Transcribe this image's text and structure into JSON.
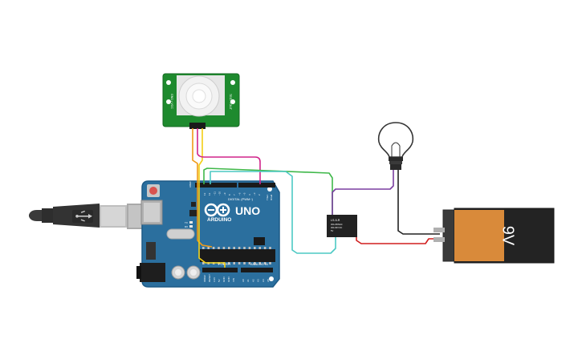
{
  "arduino": {
    "brand": "ARDUINO",
    "model": "UNO",
    "digital_label": "DIGITAL (PWM~)",
    "power_label": "POWER",
    "analog_label": "ANALOG IN",
    "aref": "AREF",
    "gnd": "GND",
    "tx": "TX",
    "rx": "RX",
    "tx_pin": "TX▸1",
    "rx_pin": "RX◂0",
    "ioref": "IOREF",
    "reset": "RESET",
    "v33": "3.3V",
    "v5": "5V",
    "vin": "VIN",
    "digital_pins": [
      "13",
      "12",
      "~11",
      "~10",
      "~9",
      "8",
      "7",
      "~6",
      "~5",
      "4",
      "~3",
      "2"
    ],
    "analog_pins": [
      "A0",
      "A1",
      "A2",
      "A3",
      "A4",
      "A5"
    ]
  },
  "pir": {
    "side_left": "GND • VCC",
    "side_right": "TEST • OUT"
  },
  "relay": {
    "label": "LS-5-R",
    "lines": [
      "30A 250VAC",
      "30A 30V DC",
      "5V"
    ]
  },
  "battery": {
    "voltage": "9V"
  },
  "colors": {
    "board": "#2b6f9e",
    "board_edge": "#1d5a86",
    "pir_board": "#1e8a2e",
    "battery_body": "#d98a3a",
    "battery_top": "#232323",
    "wire_magenta": "#d0248a",
    "wire_orange": "#f09a16",
    "wire_yellow": "#f3cf14",
    "wire_green": "#3fb84a",
    "wire_teal": "#4cc9c4",
    "wire_purple": "#7a3da0",
    "wire_red": "#d11f1f",
    "wire_black": "#222222"
  },
  "icons": {
    "usb": "usb-cable-icon",
    "bulb": "lightbulb-icon",
    "logo": "arduino-infinity-logo-icon"
  }
}
